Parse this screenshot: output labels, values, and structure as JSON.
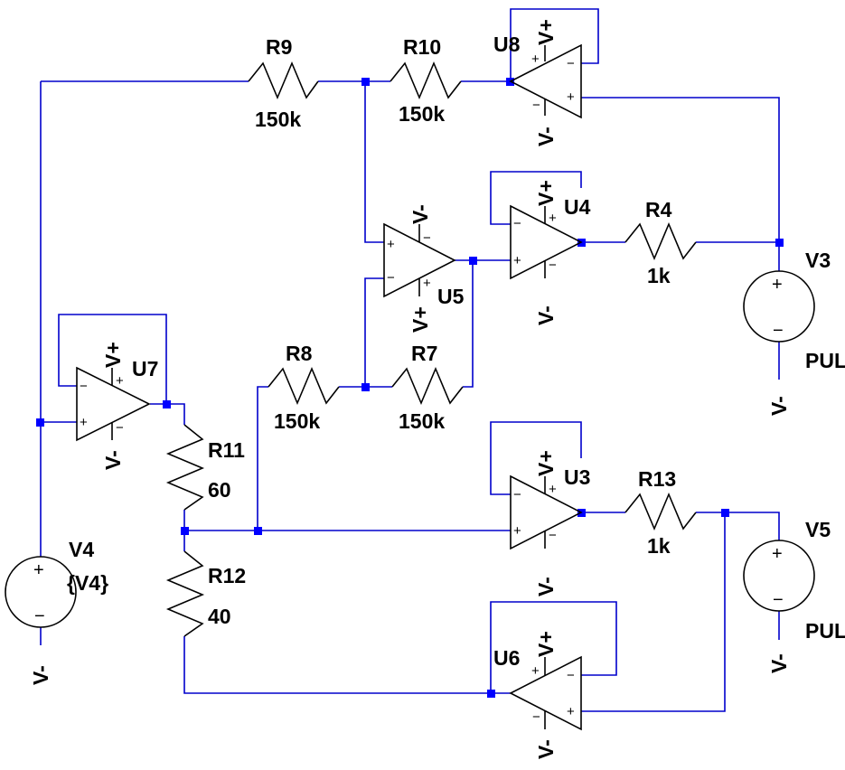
{
  "resistors": {
    "R9": {
      "name": "R9",
      "value": "150k"
    },
    "R10": {
      "name": "R10",
      "value": "150k"
    },
    "R8": {
      "name": "R8",
      "value": "150k"
    },
    "R7": {
      "name": "R7",
      "value": "150k"
    },
    "R4": {
      "name": "R4",
      "value": "1k"
    },
    "R13": {
      "name": "R13",
      "value": "1k"
    },
    "R11": {
      "name": "R11",
      "value": "60"
    },
    "R12": {
      "name": "R12",
      "value": "40"
    }
  },
  "opamps": {
    "U3": {
      "name": "U3",
      "vpos": "V+",
      "vneg": "V-",
      "plus": "+",
      "minus": "−"
    },
    "U4": {
      "name": "U4",
      "vpos": "V+",
      "vneg": "V-",
      "plus": "+",
      "minus": "−"
    },
    "U5": {
      "name": "U5",
      "vpos": "V+",
      "vneg": "V-",
      "plus": "+",
      "minus": "−"
    },
    "U6": {
      "name": "U6",
      "vpos": "V+",
      "vneg": "V-",
      "plus": "+",
      "minus": "−"
    },
    "U7": {
      "name": "U7",
      "vpos": "V+",
      "vneg": "V-",
      "plus": "+",
      "minus": "−"
    },
    "U8": {
      "name": "U8",
      "vpos": "V+",
      "vneg": "V-",
      "plus": "+",
      "minus": "−"
    }
  },
  "sources": {
    "V3": {
      "name": "V3",
      "value": "PUL",
      "gnd": "V-"
    },
    "V4": {
      "name": "V4",
      "value": "{V4}",
      "gnd": "V-"
    },
    "V5": {
      "name": "V5",
      "value": "PUL",
      "gnd": "V-"
    }
  },
  "colors": {
    "wire": "#0000cc",
    "junction": "#0000ff",
    "component": "#000000",
    "background": "#ffffff"
  }
}
